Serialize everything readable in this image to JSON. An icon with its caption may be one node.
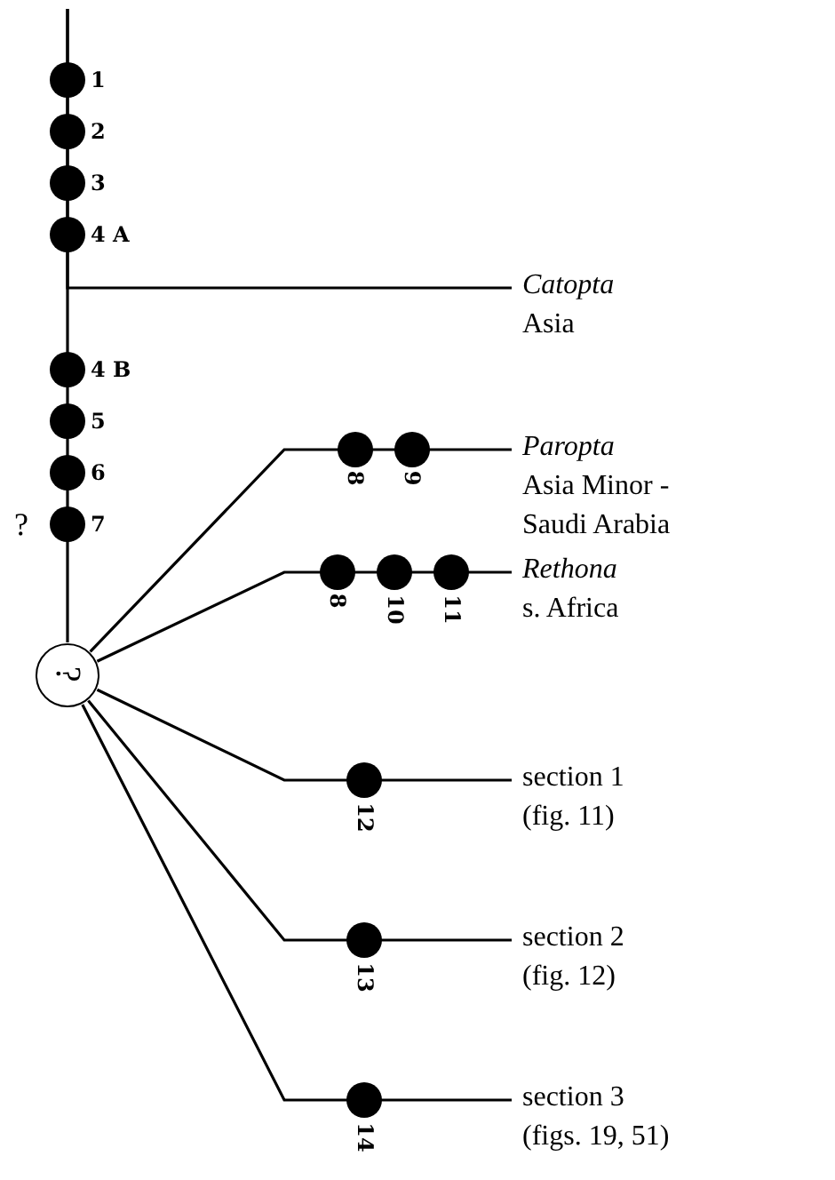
{
  "diagram": {
    "nodes": [
      {
        "text": [
          "Catopta",
          "Asia"
        ]
      },
      {
        "text": [
          "Paropta",
          "Asia Minor - Saudi Arabia"
        ]
      },
      {
        "text": [
          "Rethona",
          "s. Africa"
        ]
      },
      {
        "text": [
          "?"
        ]
      },
      {
        "text": [
          "section 1",
          "(fig. 11)"
        ]
      },
      {
        "text": [
          "section 2",
          "(fig. 12)"
        ]
      },
      {
        "text": [
          "section 3",
          "(figs. 19, 51)"
        ]
      }
    ],
    "edges": [
      {
        "from": null,
        "to": 0,
        "arrow": "none"
      },
      {
        "from": null,
        "to": 3,
        "arrow": "none"
      },
      {
        "from": 3,
        "to": 1,
        "arrow": "none"
      },
      {
        "from": 3,
        "to": 2,
        "arrow": "none"
      },
      {
        "from": 3,
        "to": 4,
        "arrow": "none"
      },
      {
        "from": 3,
        "to": 5,
        "arrow": "none"
      },
      {
        "from": 3,
        "to": 6,
        "arrow": "none"
      }
    ],
    "labels": [
      "1",
      "2",
      "3",
      "4 A",
      "4 B",
      "5",
      "6",
      "?",
      "7",
      "8",
      "9",
      "8",
      "10",
      "11",
      "12",
      "13",
      "14"
    ]
  }
}
